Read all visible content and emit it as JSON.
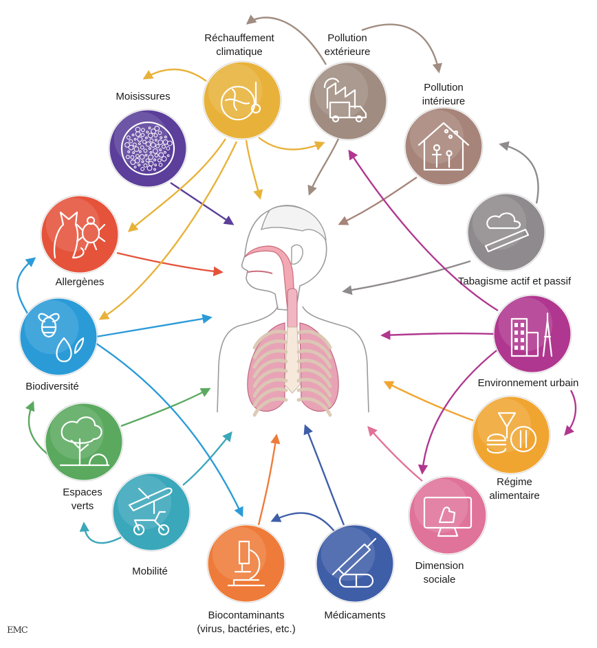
{
  "nodes": [
    {
      "id": "rechauffement",
      "lines": [
        "Réchauffement",
        "climatique"
      ],
      "color": "#e8b23a",
      "icon": "globe-thermometer-icon"
    },
    {
      "id": "pollution-exterieure",
      "lines": [
        "Pollution",
        "extérieure"
      ],
      "color": "#a08c80",
      "icon": "factory-truck-icon"
    },
    {
      "id": "pollution-interieure",
      "lines": [
        "Pollution",
        "intérieure"
      ],
      "color": "#a78479",
      "icon": "house-family-icon"
    },
    {
      "id": "tabagisme",
      "lines": [
        "Tabagisme actif et passif"
      ],
      "color": "#8f8a8d",
      "icon": "cigarette-icon"
    },
    {
      "id": "environnement-urbain",
      "lines": [
        "Environnement urbain"
      ],
      "color": "#b0378f",
      "icon": "city-buildings-icon"
    },
    {
      "id": "regime",
      "lines": [
        "Régime",
        "alimentaire"
      ],
      "color": "#f0a531",
      "icon": "food-icon"
    },
    {
      "id": "dimension-sociale",
      "lines": [
        "Dimension",
        "sociale"
      ],
      "color": "#e0739a",
      "icon": "screen-hand-icon"
    },
    {
      "id": "medicaments",
      "lines": [
        "Médicaments"
      ],
      "color": "#3f5ea8",
      "icon": "syringe-pill-icon"
    },
    {
      "id": "biocontaminants",
      "lines": [
        "Biocontaminants",
        "(virus, bactéries, etc.)"
      ],
      "color": "#ee7b39",
      "icon": "microscope-icon"
    },
    {
      "id": "mobilite",
      "lines": [
        "Mobilité"
      ],
      "color": "#3aa7ba",
      "icon": "plane-scooter-icon"
    },
    {
      "id": "espaces-verts",
      "lines": [
        "Espaces",
        "verts"
      ],
      "color": "#5aa95f",
      "icon": "trees-icon"
    },
    {
      "id": "biodiversite",
      "lines": [
        "Biodiversité"
      ],
      "color": "#2b9bd8",
      "icon": "bee-droplet-icon"
    },
    {
      "id": "allergenes",
      "lines": [
        "Allergènes"
      ],
      "color": "#e5533b",
      "icon": "cat-mite-icon"
    },
    {
      "id": "moisissures",
      "lines": [
        "Moisissures"
      ],
      "color": "#5b3f9a",
      "icon": "mold-petri-icon"
    }
  ],
  "watermark": "EMC"
}
